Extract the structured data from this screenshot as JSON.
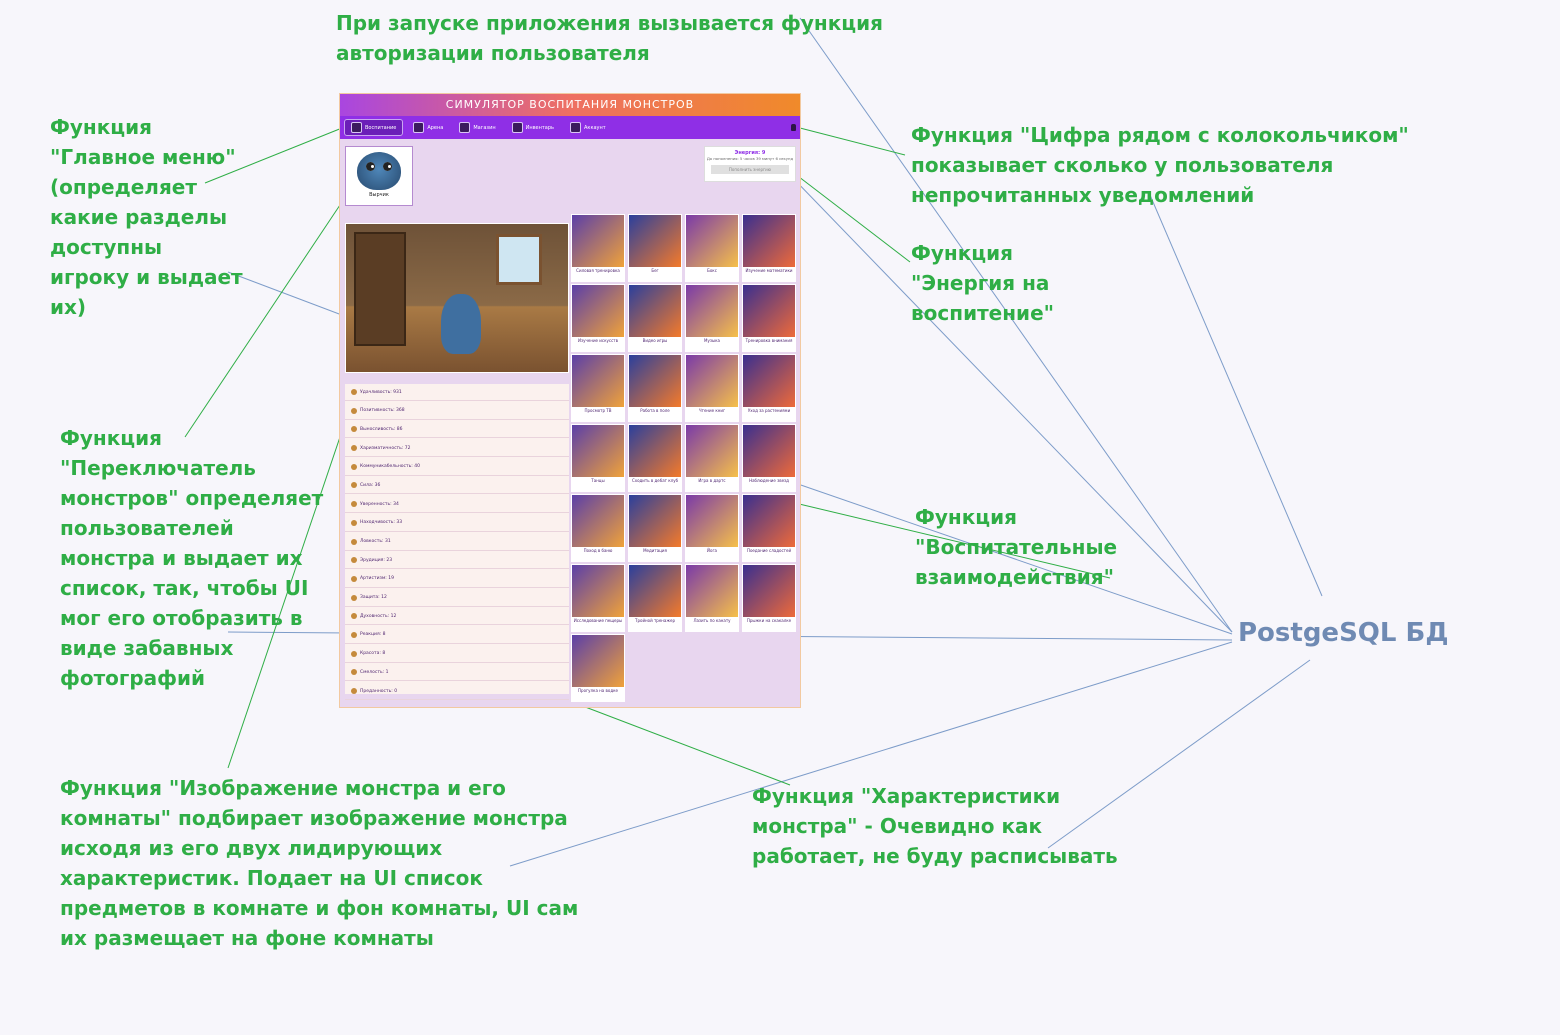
{
  "annotations": {
    "login": "При запуске приложения вызывается функция\nавторизации пользователя",
    "main_menu": "Функция\n\"Главное меню\"\n(определяет\nкакие разделы\nдоступны\nигроку и выдает\nих)",
    "bell": "Функция \"Цифра рядом с колокольчиком\"\nпоказывает сколько у пользователя\nнепрочитанных уведомлений",
    "energy": "Функция\n\"Энергия на\nвоспитение\"",
    "switcher": "Функция\n\"Переключатель\nмонстров\" определяет\nпользователей\nмонстра и выдает их\nсписок, так, чтобы UI\nмог его отобразить в\nвиде забавных\nфотографий",
    "interactions": "Функция\n\"Воспитательные\nвзаимодействия\"",
    "room_image": "Функция \"Изображение монстра и его\nкомнаты\" подбирает изображение монстра\nисходя из его двух лидирующих\nхарактеристик. Подает на UI список\nпредметов в комнате и фон комнаты, UI сам\nих размещает на фоне комнаты",
    "characteristics": "Функция \"Характеристики\nмонстра\" - Очевидно как\nработает, не буду расписывать"
  },
  "database_label": "PostgeSQL БД",
  "app": {
    "title": "СИМУЛЯТОР ВОСПИТАНИЯ МОНСТРОВ",
    "nav": [
      "Воспитание",
      "Арена",
      "Магазин",
      "Инвентарь",
      "Аккаунт"
    ],
    "monster_name": "Вырчик",
    "energy_label": "Энергия: 9",
    "energy_note": "До пополнения: 5 часов 39 минут 6 секунд",
    "energy_button": "Пополнить энергию",
    "stats": [
      "Удачливость: 931",
      "Позитивность: 368",
      "Выносливость: 86",
      "Харизматичность: 72",
      "Коммуникабельность: 40",
      "Сила: 36",
      "Уверенность: 34",
      "Находчивость: 33",
      "Ловкость: 31",
      "Эрудиция: 23",
      "Артистизм: 19",
      "Защита: 12",
      "Духовность: 12",
      "Реакция: 8",
      "Красота: 8",
      "Смелость: 1",
      "Преданность: 0"
    ],
    "activities": [
      "Силовая тренировка",
      "Бег",
      "Бокс",
      "Изучение математики",
      "Изучение искусств",
      "Видео игры",
      "Музыка",
      "Тренировка внимания",
      "Просмотр ТВ",
      "Работа в поле",
      "Чтение книг",
      "Уход за растениями",
      "Танцы",
      "Сходить в дебат клуб",
      "Игра в дартс",
      "Наблюдение звезд",
      "Поход в баню",
      "Медитация",
      "Йога",
      "Поедание сладостей",
      "Исследование пещеры",
      "Тройной тренажер",
      "Лазить по канату",
      "Прыжки на скакалке",
      "Прогулка на водке"
    ]
  },
  "colors": {
    "annotation": "#2fae46",
    "database": "#6f8ab3",
    "nav": "#8f2fe6"
  }
}
